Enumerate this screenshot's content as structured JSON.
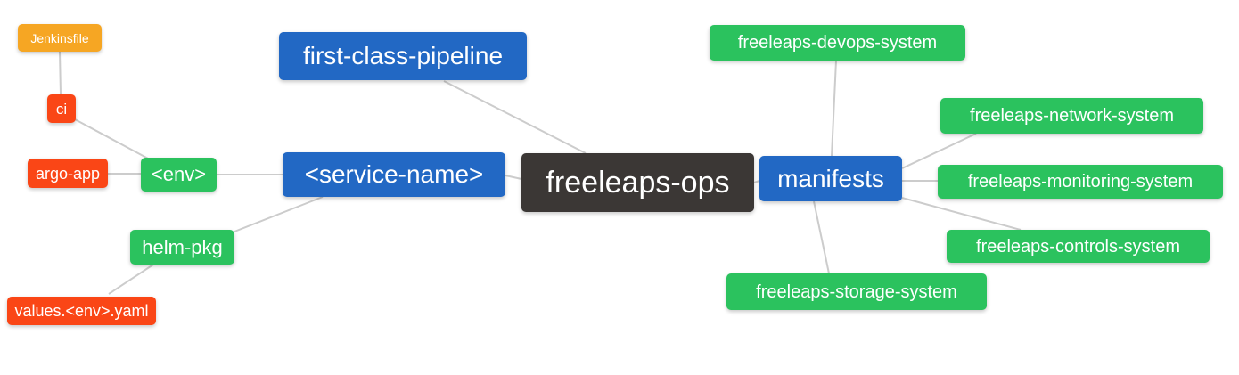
{
  "diagram": {
    "type": "mindmap",
    "root": "freeleaps-ops",
    "colors": {
      "branch_blue": "#2268c4",
      "leaf_green": "#2bc25e",
      "leaf_orange": "#f6a623",
      "leaf_red": "#fa4616",
      "root_dark": "#3b3735",
      "edge_gray": "#cccccc",
      "text": "#ffffff"
    },
    "nodes": {
      "jenkinsfile": {
        "label": "Jenkinsfile"
      },
      "ci": {
        "label": "ci"
      },
      "argo_app": {
        "label": "argo-app"
      },
      "env": {
        "label": "<env>"
      },
      "helm_pkg": {
        "label": "helm-pkg"
      },
      "values_env_yaml": {
        "label": "values.<env>.yaml"
      },
      "first_class_pipeline": {
        "label": "first-class-pipeline"
      },
      "service_name": {
        "label": "<service-name>"
      },
      "freeleaps_ops": {
        "label": "freeleaps-ops"
      },
      "manifests": {
        "label": "manifests"
      },
      "devops_system": {
        "label": "freeleaps-devops-system"
      },
      "network_system": {
        "label": "freeleaps-network-system"
      },
      "monitoring_system": {
        "label": "freeleaps-monitoring-system"
      },
      "controls_system": {
        "label": "freeleaps-controls-system"
      },
      "storage_system": {
        "label": "freeleaps-storage-system"
      }
    },
    "edges": [
      {
        "from": "jenkinsfile",
        "to": "ci"
      },
      {
        "from": "ci",
        "to": "env"
      },
      {
        "from": "argo_app",
        "to": "env"
      },
      {
        "from": "env",
        "to": "service_name"
      },
      {
        "from": "helm_pkg",
        "to": "service_name"
      },
      {
        "from": "values_env_yaml",
        "to": "helm_pkg"
      },
      {
        "from": "service_name",
        "to": "freeleaps_ops"
      },
      {
        "from": "first_class_pipeline",
        "to": "freeleaps_ops"
      },
      {
        "from": "freeleaps_ops",
        "to": "manifests"
      },
      {
        "from": "manifests",
        "to": "devops_system"
      },
      {
        "from": "manifests",
        "to": "network_system"
      },
      {
        "from": "manifests",
        "to": "monitoring_system"
      },
      {
        "from": "manifests",
        "to": "controls_system"
      },
      {
        "from": "manifests",
        "to": "storage_system"
      }
    ]
  }
}
